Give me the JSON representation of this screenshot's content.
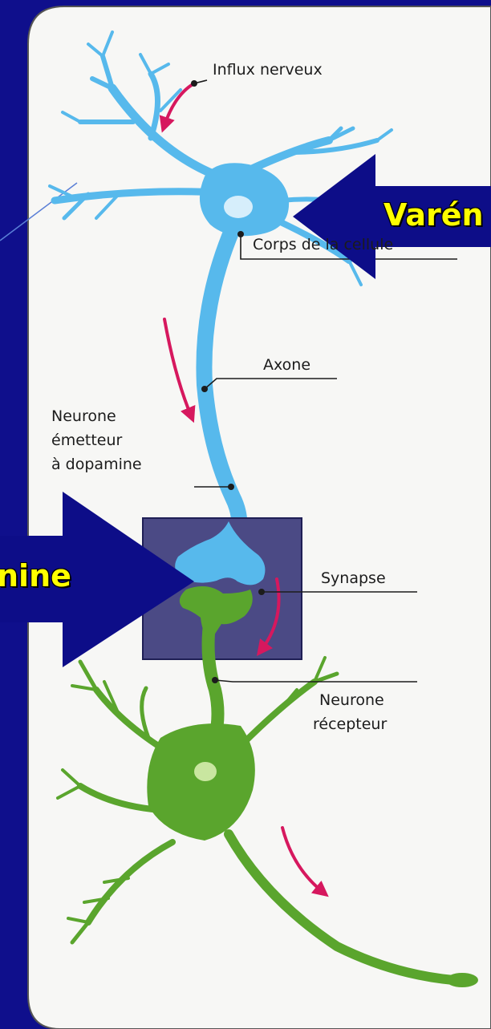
{
  "labels": {
    "influx": "Influx nerveux",
    "corps": "Corps de la cellule",
    "axone": "Axone",
    "emetteur_line1": "Neurone",
    "emetteur_line2": "émetteur",
    "emetteur_line3": "à dopamine",
    "synapse": "Synapse",
    "recepteur_line1": "Neurone",
    "recepteur_line2": "récepteur"
  },
  "callouts": {
    "right": "Varén",
    "left": "nine"
  },
  "colors": {
    "background": "#0f0f8c",
    "panel": "#f7f7f5",
    "emitter_neuron": "#57b9ec",
    "receptor_neuron": "#5aa52d",
    "synapse_box": "#4b4a85",
    "flow_arrow": "#d6185e",
    "callout_arrow": "#0d0d88",
    "callout_text": "#ffff00"
  }
}
